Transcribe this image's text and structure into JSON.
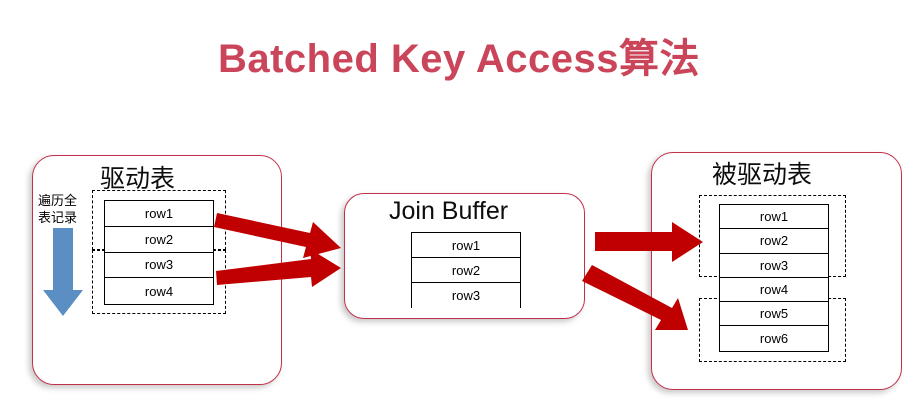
{
  "title": "Batched Key Access算法",
  "colors": {
    "title": "#CA4559",
    "box_border": "#C0304A",
    "arrow_red": "#C00000",
    "arrow_blue": "#5B8FC4",
    "table_border": "#000000",
    "background": "#FFFFFF"
  },
  "driving_table": {
    "caption": "驱动表",
    "scan_label": "遍历全\n表记录",
    "scan_label_line1": "遍历全",
    "scan_label_line2": "表记录",
    "rows": [
      "row1",
      "row2",
      "row3",
      "row4"
    ],
    "groups": [
      {
        "name": "batch-1",
        "rows": [
          "row1",
          "row2"
        ]
      },
      {
        "name": "batch-2",
        "rows": [
          "row3",
          "row4"
        ]
      }
    ]
  },
  "join_buffer": {
    "caption": "Join Buffer",
    "rows": [
      "row1",
      "row2",
      "row3"
    ]
  },
  "driven_table": {
    "caption": "被驱动表",
    "rows": [
      "row1",
      "row2",
      "row3",
      "row4",
      "row5",
      "row6"
    ],
    "groups": [
      {
        "name": "match-1",
        "rows": [
          "row1",
          "row2",
          "row3"
        ]
      },
      {
        "name": "match-2",
        "rows": [
          "row5",
          "row6"
        ]
      }
    ]
  },
  "arrows": [
    {
      "name": "driving-to-buffer-upper",
      "color": "#C00000",
      "direction": "right-down"
    },
    {
      "name": "driving-to-buffer-lower",
      "color": "#C00000",
      "direction": "right"
    },
    {
      "name": "buffer-to-driven-upper",
      "color": "#C00000",
      "direction": "right"
    },
    {
      "name": "buffer-to-driven-lower",
      "color": "#C00000",
      "direction": "right-down"
    },
    {
      "name": "full-table-scan",
      "color": "#5B8FC4",
      "direction": "down"
    }
  ]
}
